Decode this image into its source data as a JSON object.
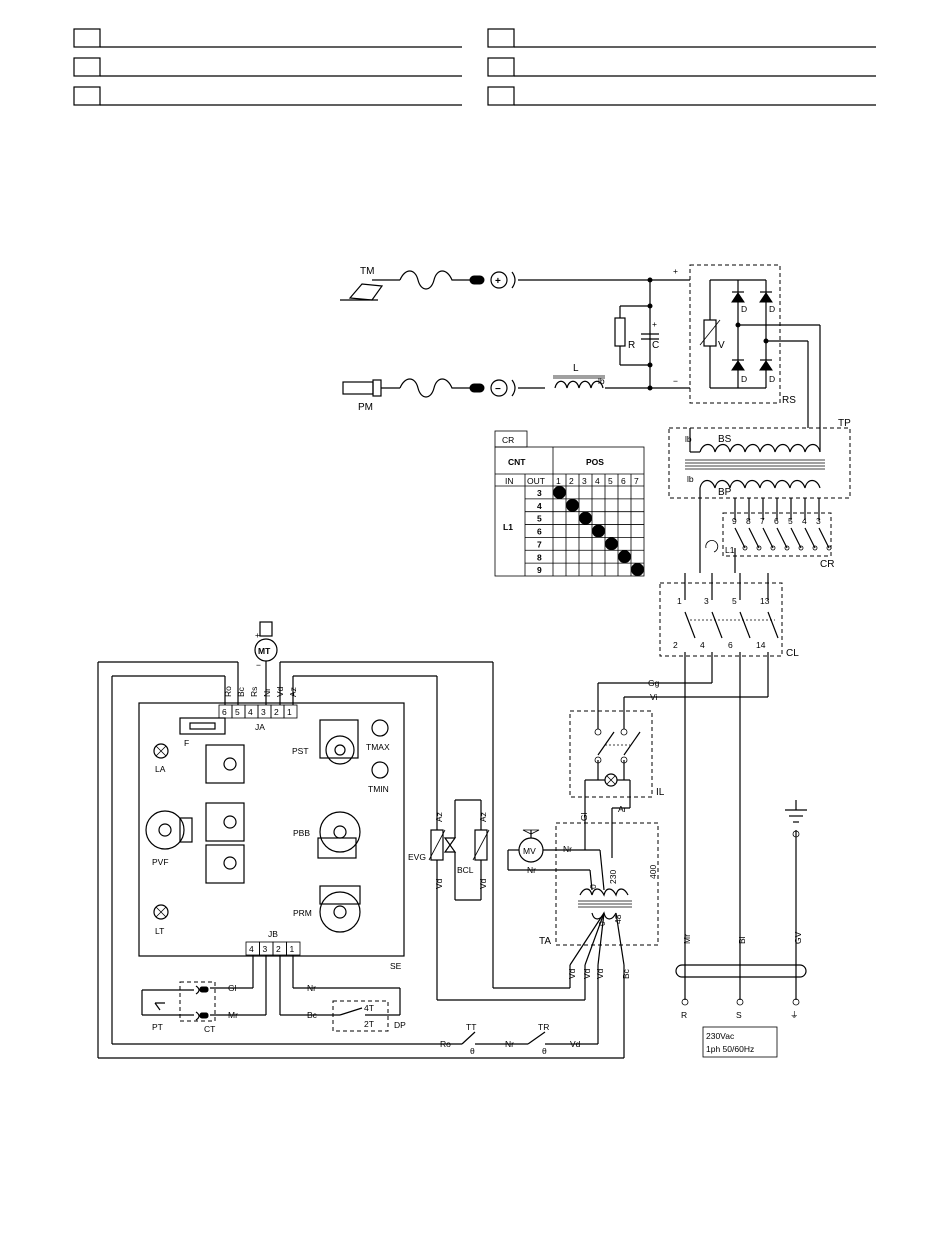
{
  "legend": [
    {
      "check_state": "empty"
    },
    {
      "check_state": "empty"
    },
    {
      "check_state": "empty"
    },
    {
      "check_state": "empty"
    },
    {
      "check_state": "empty"
    },
    {
      "check_state": "empty"
    }
  ],
  "torch": {
    "tm": "TM",
    "pm": "PM",
    "plus": "+",
    "minus": "−"
  },
  "filter": {
    "r": "R",
    "c": "C",
    "l": "L",
    "lb": "lb",
    "c_plus": "+",
    "pos": "+",
    "neg": "−"
  },
  "rs": {
    "label": "RS",
    "d": "D",
    "v": "V"
  },
  "tp": {
    "label": "TP",
    "bs": "BS",
    "bp": "BP",
    "lb1": "lb",
    "lb2": "lb"
  },
  "cr": {
    "label": "CR",
    "label2": "CR",
    "l1": "L1",
    "taps": [
      "9",
      "8",
      "7",
      "6",
      "5",
      "4",
      "3"
    ]
  },
  "cr_table": {
    "title": "CR",
    "cnt": "CNT",
    "pos": "POS",
    "in": "IN",
    "out": "OUT",
    "positions": [
      "1",
      "2",
      "3",
      "4",
      "5",
      "6",
      "7"
    ],
    "row_in": "L1",
    "outs": [
      "3",
      "4",
      "5",
      "6",
      "7",
      "8",
      "9"
    ]
  },
  "cl": {
    "label": "CL",
    "top": [
      "1",
      "3",
      "5",
      "13"
    ],
    "bottom": [
      "2",
      "4",
      "6",
      "14"
    ]
  },
  "mt": {
    "label": "MT",
    "plus": "+",
    "minus": "−"
  },
  "ja": {
    "label": "JA",
    "pins": [
      "6",
      "5",
      "4",
      "3",
      "2",
      "1"
    ],
    "wires": [
      "Ro",
      "Bc",
      "Rs",
      "Nr",
      "Vd",
      "Az"
    ]
  },
  "se": {
    "label": "SE",
    "f": "F",
    "la": "LA",
    "lt": "LT",
    "pvf": "PVF",
    "pst": "PST",
    "pbb": "PBB",
    "prm": "PRM",
    "tmax": "TMAX",
    "tmin": "TMIN"
  },
  "jb": {
    "label": "JB",
    "pins": [
      "4",
      "3",
      "2",
      "1"
    ]
  },
  "pt": {
    "label": "PT"
  },
  "ct": {
    "label": "CT",
    "gl": "Gl",
    "mr": "Mr"
  },
  "dp": {
    "label": "DP",
    "nr": "Nr",
    "bc": "Bc",
    "t4": "4T",
    "t2": "2T"
  },
  "bottom_line": {
    "ro": "Ro",
    "nr": "Nr",
    "vd": "Vd",
    "tt": "TT",
    "tr": "TR",
    "theta": "θ"
  },
  "evg": {
    "label": "EVG",
    "az": "Az",
    "vd": "Vd"
  },
  "bcl": {
    "label": "BCL",
    "az": "Az",
    "vd": "Vd"
  },
  "il": {
    "label": "IL",
    "gg": "Gg",
    "vi": "Vi",
    "gl": "Gl",
    "ar": "Ar"
  },
  "mv": {
    "label": "MV",
    "nr1": "Nr",
    "nr2": "Nr"
  },
  "ta": {
    "label": "TA",
    "v0a": "0",
    "v230": "230",
    "v400": "400",
    "v0b": "0",
    "v48": "48",
    "wires": [
      "Vd",
      "Vd",
      "Vd",
      "Bc"
    ]
  },
  "supply": {
    "wires": [
      "Mr",
      "Bl",
      "GV"
    ],
    "terminals": [
      "R",
      "S",
      "⏚"
    ],
    "line1": "230Vac",
    "line2": "1ph 50/60Hz"
  }
}
